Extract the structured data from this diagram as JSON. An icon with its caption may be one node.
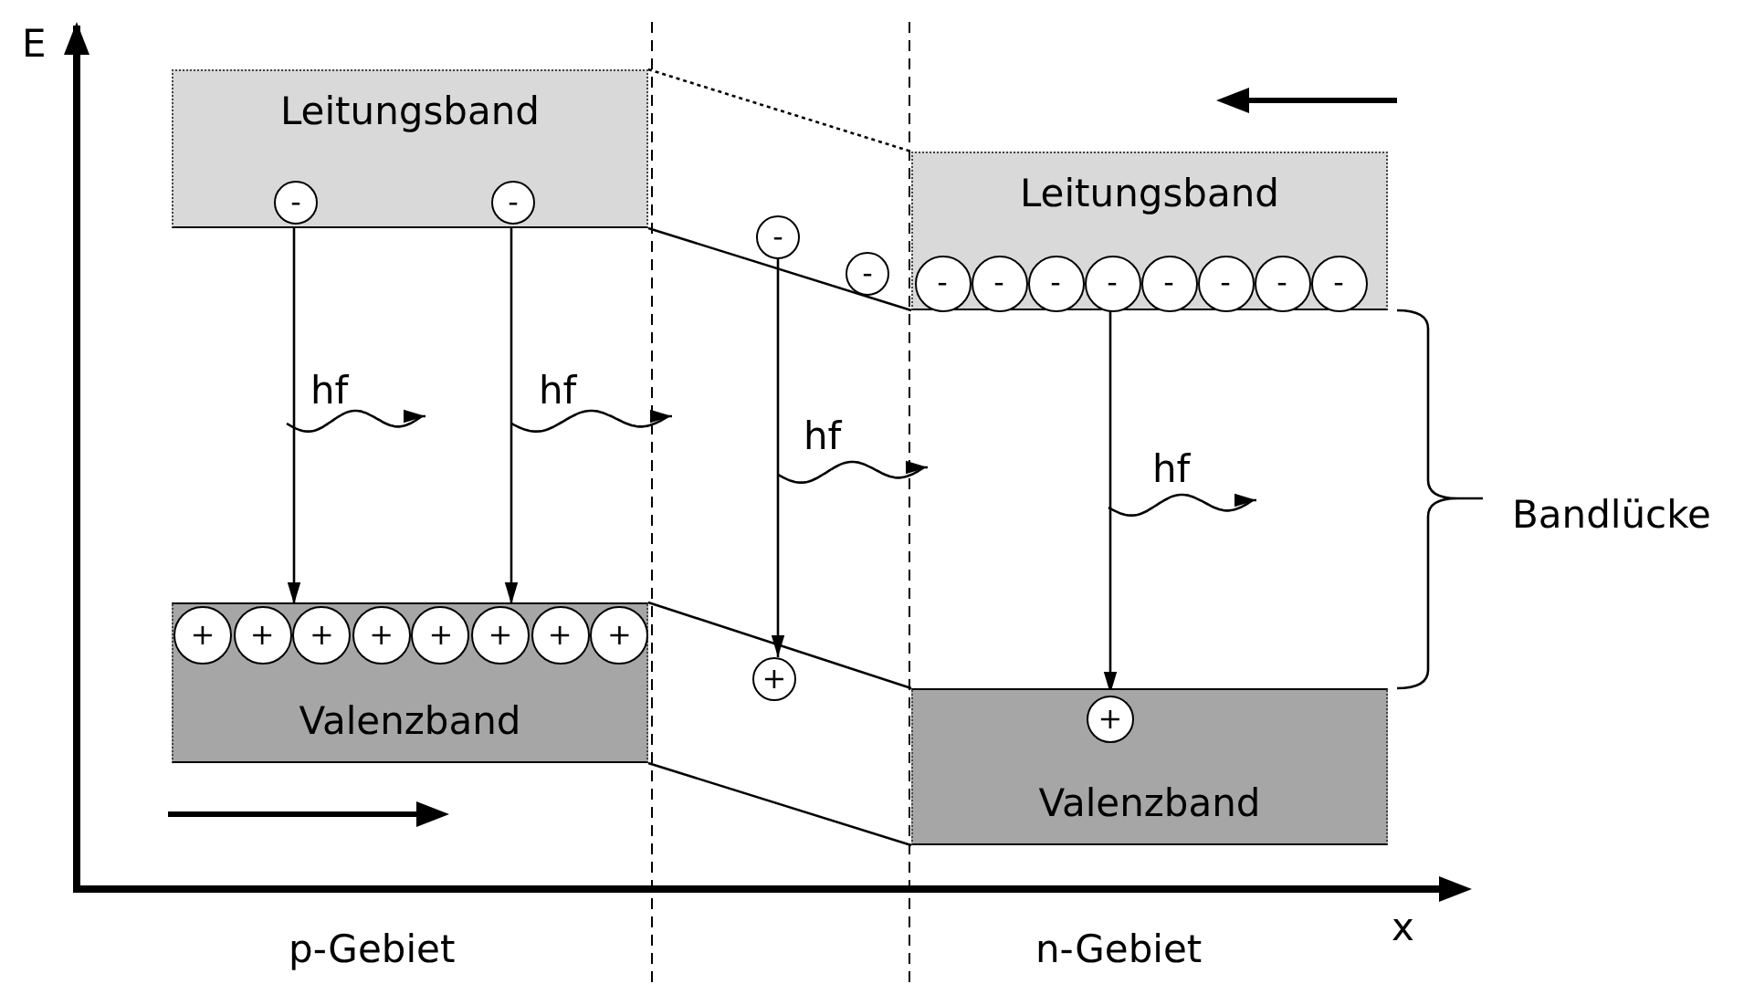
{
  "diagram": {
    "nodes": [
      {
        "text": [
          "Leitungsband"
        ]
      },
      {
        "text": [
          "Valenzband"
        ]
      },
      {
        "text": [
          "Leitungsband"
        ]
      },
      {
        "text": [
          "Valenzband"
        ]
      },
      {
        "text": [
          "-"
        ],
        "in": 0
      },
      {
        "text": [
          "-"
        ],
        "in": 0
      },
      {
        "text": [
          "+"
        ],
        "in": 1
      },
      {
        "text": [
          "+"
        ],
        "in": 1
      },
      {
        "text": [
          "+"
        ],
        "in": 1
      },
      {
        "text": [
          "+"
        ],
        "in": 1
      },
      {
        "text": [
          "+"
        ],
        "in": 1
      },
      {
        "text": [
          "+"
        ],
        "in": 1
      },
      {
        "text": [
          "+"
        ],
        "in": 1
      },
      {
        "text": [
          "+"
        ],
        "in": 1
      },
      {
        "text": [
          "-"
        ]
      },
      {
        "text": [
          "-"
        ]
      },
      {
        "text": [
          "+"
        ]
      },
      {
        "text": [
          "-"
        ],
        "in": 2
      },
      {
        "text": [
          "-"
        ],
        "in": 2
      },
      {
        "text": [
          "-"
        ],
        "in": 2
      },
      {
        "text": [
          "-"
        ],
        "in": 2
      },
      {
        "text": [
          "-"
        ],
        "in": 2
      },
      {
        "text": [
          "-"
        ],
        "in": 2
      },
      {
        "text": [
          "-"
        ],
        "in": 2
      },
      {
        "text": [
          "-"
        ],
        "in": 2
      },
      {
        "text": [
          "+"
        ],
        "in": 3
      }
    ],
    "edges": [
      {
        "from": 0,
        "to": 2,
        "arrow": "none",
        "style": "dashed"
      },
      {
        "from": 0,
        "to": 2,
        "arrow": "none"
      },
      {
        "from": 1,
        "to": 3,
        "arrow": "none"
      },
      {
        "from": 1,
        "to": 3,
        "arrow": "none"
      },
      {
        "from": 4,
        "to": 7,
        "arrow": "to"
      },
      {
        "from": 5,
        "to": 11,
        "arrow": "to"
      },
      {
        "from": 14,
        "to": 16,
        "arrow": "to"
      },
      {
        "from": 20,
        "to": 25,
        "arrow": "to"
      }
    ],
    "labels": [
      "E",
      "hf",
      "hf",
      "hf",
      "hf",
      "Bandlücke",
      "p-Gebiet",
      "n-Gebiet",
      "x"
    ]
  }
}
